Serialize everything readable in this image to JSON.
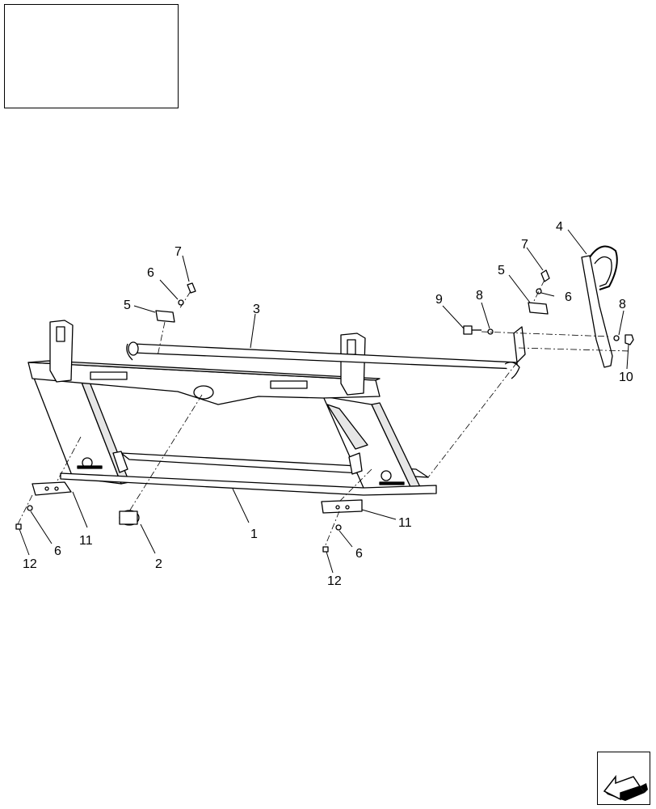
{
  "callouts": {
    "c1": "1",
    "c2": "2",
    "c3": "3",
    "c4": "4",
    "c5a": "5",
    "c5b": "5",
    "c6a": "6",
    "c6b": "6",
    "c6c": "6",
    "c6d": "6",
    "c7a": "7",
    "c7b": "7",
    "c8a": "8",
    "c8b": "8",
    "c9": "9",
    "c10": "10",
    "c11a": "11",
    "c11b": "11",
    "c12a": "12",
    "c12b": "12"
  },
  "nav_icon": "arrow-icon",
  "colors": {
    "line": "#000000",
    "fill": "#ffffff",
    "shade": "#e6e6e6"
  }
}
